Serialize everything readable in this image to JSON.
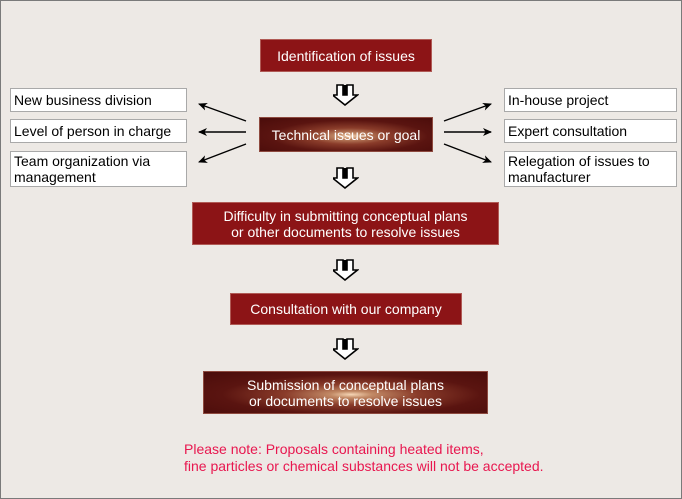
{
  "colors": {
    "background": "#ede9e5",
    "box_red": "#8c1416",
    "box_glow": "#5a1410",
    "note_text": "#e8174f",
    "arrow": "#000000"
  },
  "flow": {
    "step1": "Identification of issues",
    "step2": "Technical issues or goal",
    "step3_line1": "Difficulty in submitting conceptual plans",
    "step3_line2": "or other documents to resolve issues",
    "step4": "Consultation with our company",
    "step5_line1": "Submission of conceptual plans",
    "step5_line2": "or documents to resolve issues"
  },
  "left_branches": [
    "New business division",
    "Level of person in charge",
    "Team organization via management"
  ],
  "left_branch_3_lines": [
    "Team organization via",
    "management"
  ],
  "right_branches": [
    "In-house project",
    "Expert consultation",
    "Relegation of issues to manufacturer"
  ],
  "right_branch_3_lines": [
    "Relegation of issues to",
    "manufacturer"
  ],
  "note": {
    "line1": "Please note: Proposals containing heated items,",
    "line2": "fine particles or chemical substances will not be accepted."
  },
  "icons": {
    "flow_arrow": "double-down-arrow-icon",
    "branch_arrow": "branch-arrow-icon"
  }
}
